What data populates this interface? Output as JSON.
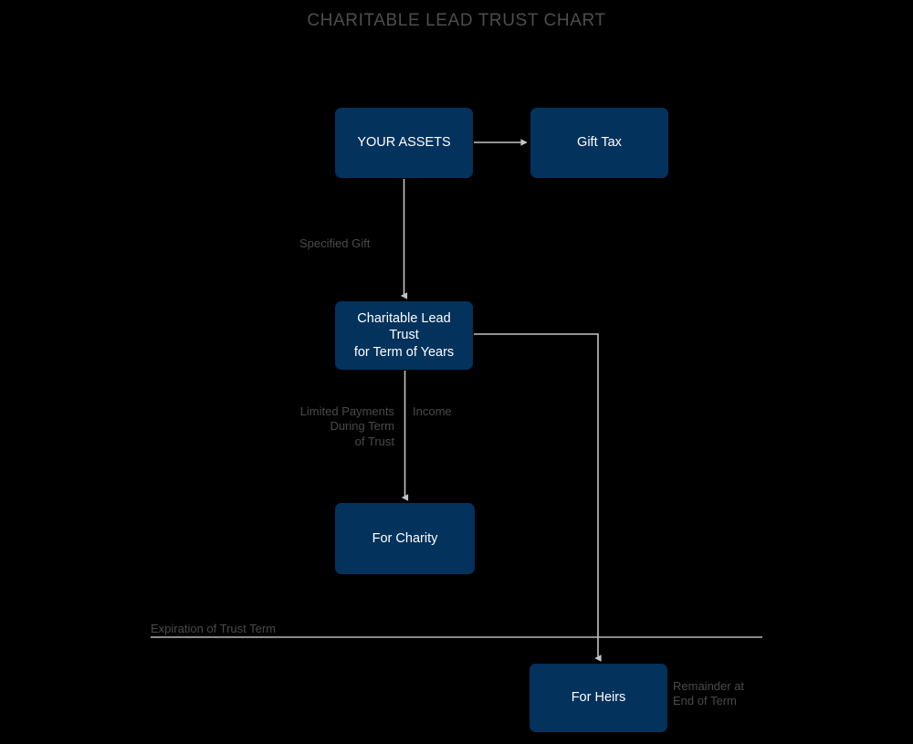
{
  "chart_data": {
    "type": "diagram",
    "title": "CHARITABLE LEAD TRUST CHART",
    "nodes": [
      {
        "id": "your-assets",
        "label": "YOUR ASSETS"
      },
      {
        "id": "gift-tax",
        "label": "Gift Tax"
      },
      {
        "id": "clt",
        "label": "Charitable Lead Trust\nfor Term of Years"
      },
      {
        "id": "charity",
        "label": "For Charity"
      },
      {
        "id": "heirs",
        "label": "For Heirs"
      }
    ],
    "edges": [
      {
        "from": "your-assets",
        "to": "gift-tax",
        "label": ""
      },
      {
        "from": "your-assets",
        "to": "clt",
        "label": "Specified Gift"
      },
      {
        "from": "clt",
        "to": "charity",
        "label": "Limited Payments\nDuring Term\nof Trust"
      },
      {
        "from": "clt",
        "to": "heirs",
        "label": "Income"
      }
    ],
    "annotations": [
      {
        "id": "income",
        "label": "Income"
      },
      {
        "id": "expiration",
        "label": "Expiration of Trust Term"
      },
      {
        "id": "remainder",
        "label": "Remainder at\nEnd of Term"
      }
    ],
    "colors": {
      "background": "#000000",
      "node_fill": "#03325c",
      "node_text": "#ffffff",
      "title_text": "#4d4d4d",
      "label_text": "#4a4a4a",
      "connector": "#c4c4c4"
    }
  },
  "title": {
    "text": "CHARITABLE LEAD TRUST CHART"
  },
  "nodes": {
    "your_assets": "YOUR ASSETS",
    "gift_tax": "Gift Tax",
    "clt": "Charitable Lead Trust\nfor Term of Years",
    "charity": "For Charity",
    "heirs": "For Heirs"
  },
  "labels": {
    "specified_gift": "Specified Gift",
    "limited_payments": "Limited Payments\nDuring Term\nof Trust",
    "income": "Income",
    "expiration": "Expiration of Trust Term",
    "remainder": "Remainder at\nEnd of Term"
  }
}
